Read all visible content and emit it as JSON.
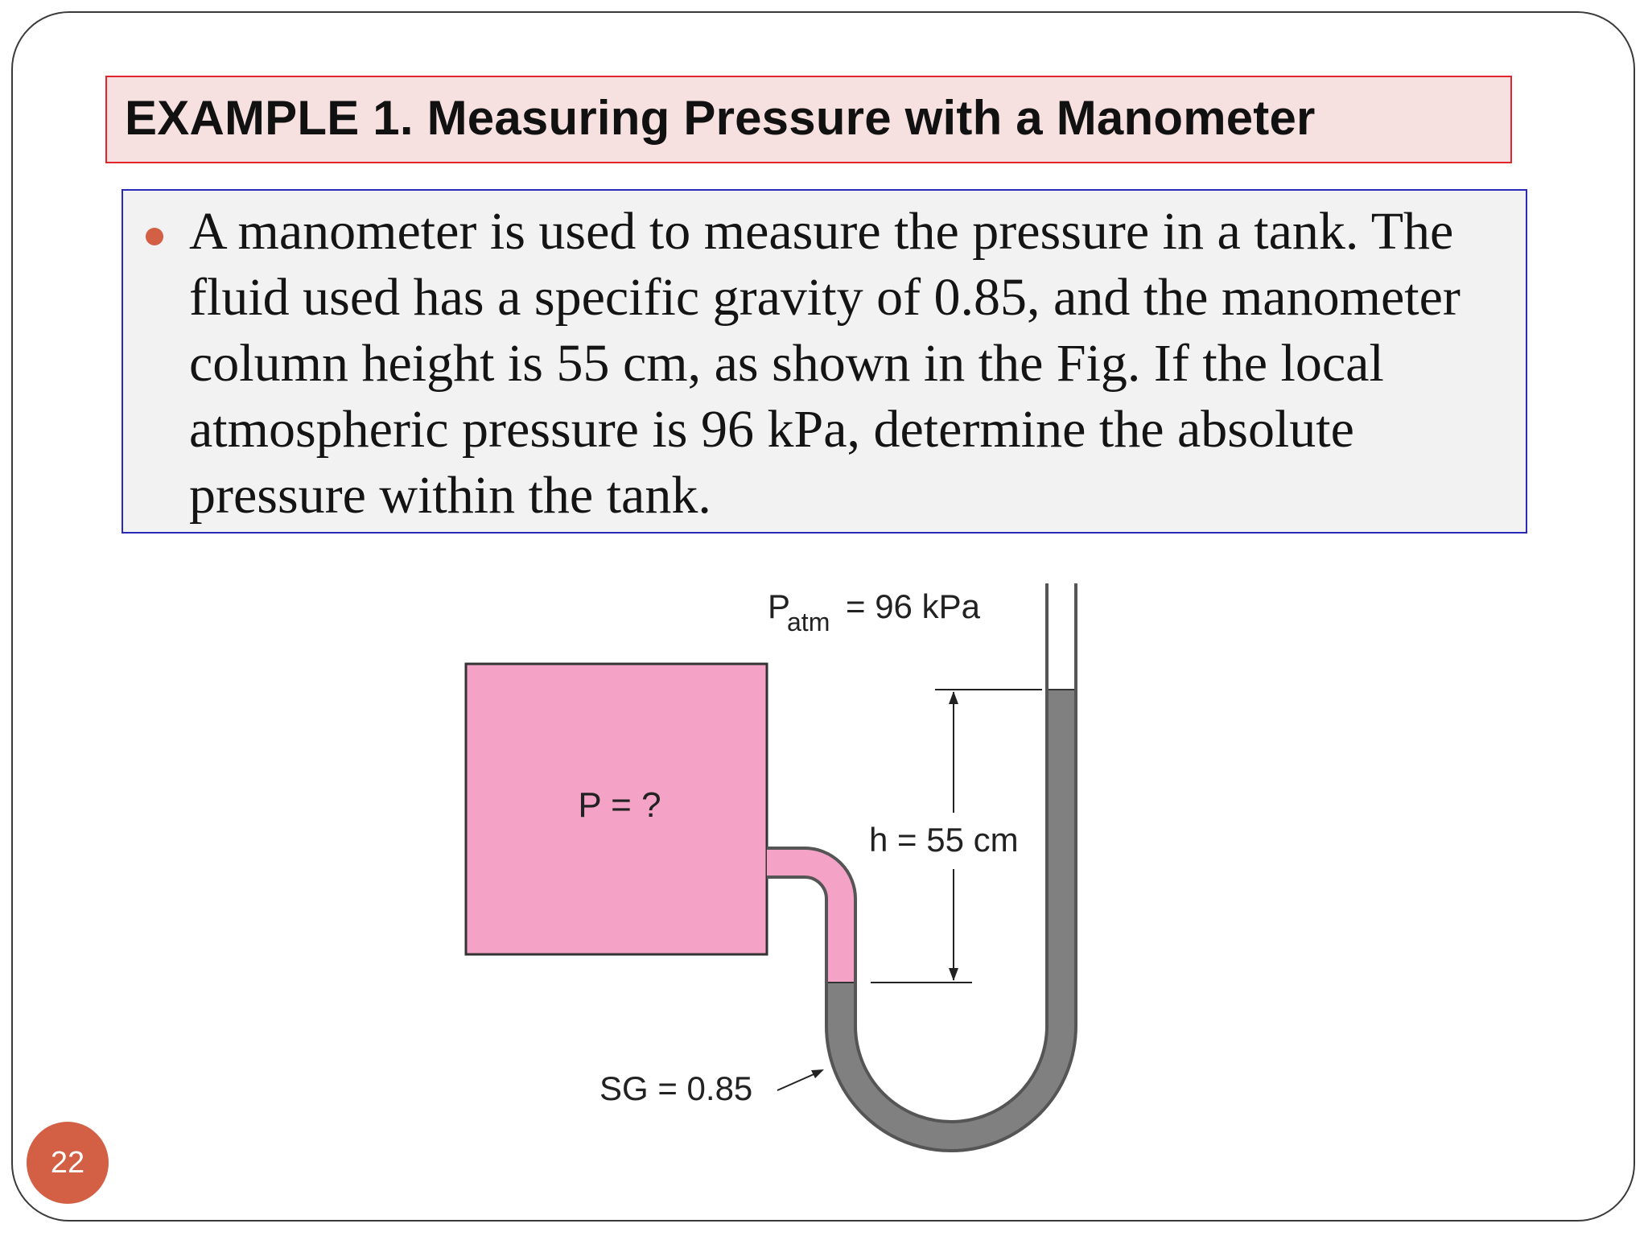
{
  "slide": {
    "title": "EXAMPLE 1.  Measuring Pressure with a Manometer",
    "body_lines": [
      "A manometer is used to measure the pressure in a tank. The",
      "fluid used has a specific gravity of 0.85, and the manometer",
      "column height is 55 cm, as shown in the Fig. If the local",
      "atmospheric pressure is 96 kPa, determine the absolute",
      "pressure within the tank."
    ],
    "page_number": "22"
  },
  "figure": {
    "patm_symbol": "P",
    "patm_subscript": "atm",
    "patm_value": "= 96 kPa",
    "tank_label": "P = ?",
    "height_label": "h = 55 cm",
    "sg_label": "SG = 0.85"
  },
  "colors": {
    "title_fill": "#f7e0e0",
    "title_border": "#e0262c",
    "body_fill": "#f2f2f2",
    "body_border": "#2a2ab8",
    "accent": "#d35f45",
    "tank_fluid": "#f4a3c7",
    "manometer_fluid": "#808080"
  }
}
